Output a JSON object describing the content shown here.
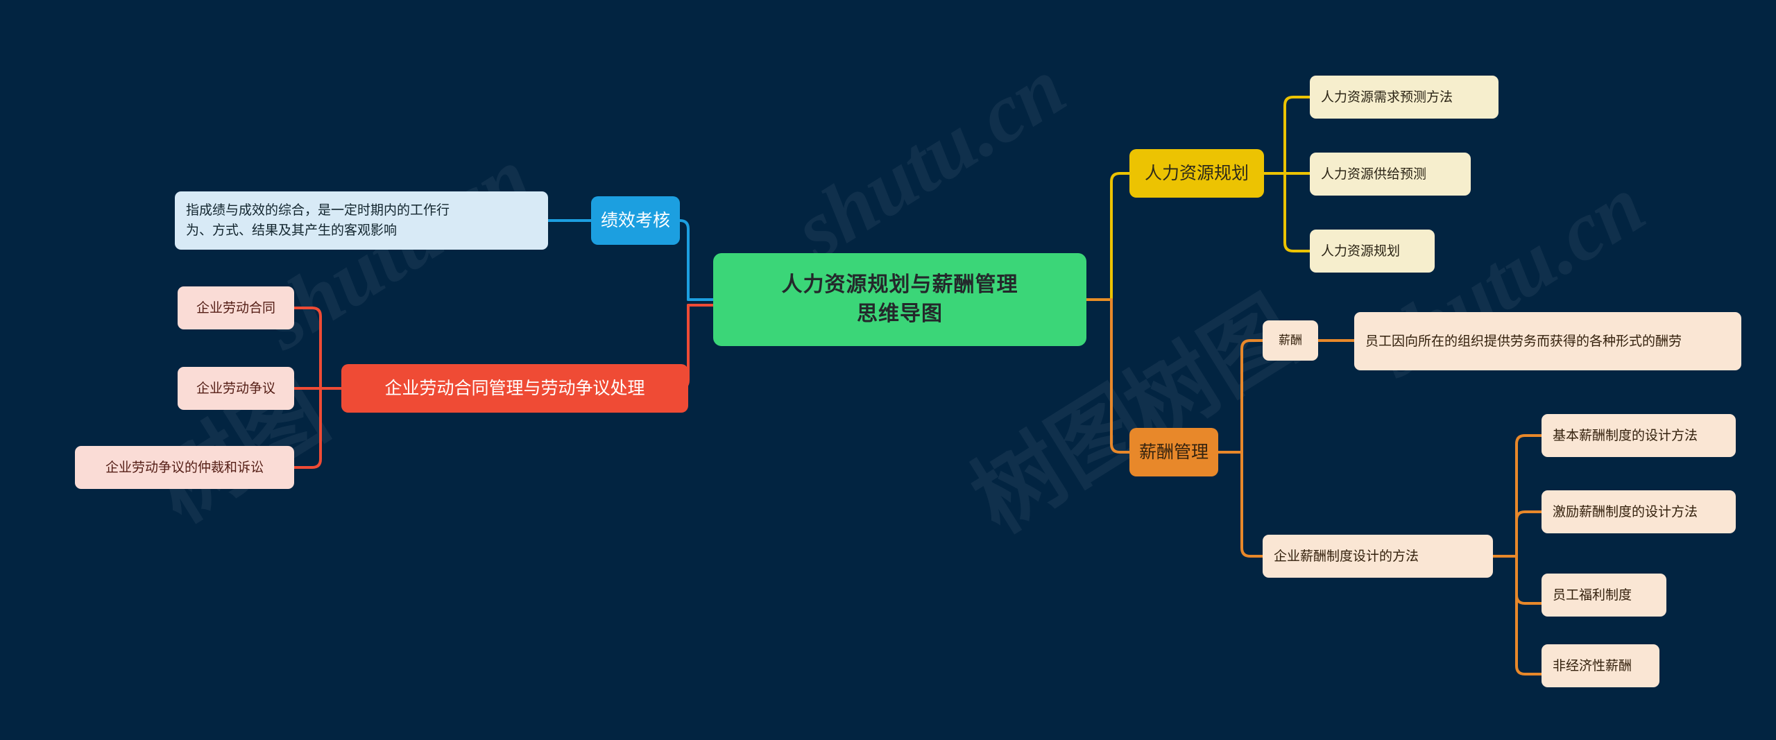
{
  "meta": {
    "background_color": "#022441",
    "title": "人力资源规划与薪酬管理思维导图"
  },
  "watermarks": [
    {
      "text": "shutu.cn",
      "kind": "latin"
    },
    {
      "text": "树图",
      "kind": "cjk"
    },
    {
      "text": "shutu.cn",
      "kind": "latin"
    },
    {
      "text": "树图",
      "kind": "cjk"
    },
    {
      "text": "shutu.cn",
      "kind": "latin"
    },
    {
      "text": "树图",
      "kind": "cjk"
    }
  ],
  "root": {
    "label": "人力资源规划与薪酬管理\n思维导图",
    "color": "#3bd678"
  },
  "branches": {
    "hr_planning": {
      "label": "人力资源规划",
      "color": "#ecc302",
      "side": "right",
      "children": [
        {
          "label": "人力资源需求预测方法"
        },
        {
          "label": "人力资源供给预测"
        },
        {
          "label": "人力资源规划"
        }
      ]
    },
    "compensation": {
      "label": "薪酬管理",
      "color": "#e8882a",
      "side": "right",
      "children": [
        {
          "label": "薪酬",
          "children": [
            {
              "label": "员工因向所在的组织提供劳务而获得的各种形式的酬劳"
            }
          ]
        },
        {
          "label": "企业薪酬制度设计的方法",
          "children": [
            {
              "label": "基本薪酬制度的设计方法"
            },
            {
              "label": "激励薪酬制度的设计方法"
            },
            {
              "label": "员工福利制度"
            },
            {
              "label": "非经济性薪酬"
            }
          ]
        }
      ]
    },
    "performance": {
      "label": "绩效考核",
      "color": "#1c9fe0",
      "side": "left",
      "children": [
        {
          "label": "指成绩与成效的综合，是一定时期内的工作行\n为、方式、结果及其产生的客观影响"
        }
      ]
    },
    "labor": {
      "label": "企业劳动合同管理与劳动争议处理",
      "color": "#ef4b35",
      "side": "left",
      "children": [
        {
          "label": "企业劳动合同"
        },
        {
          "label": "企业劳动争议"
        },
        {
          "label": "企业劳动争议的仲裁和诉讼"
        }
      ]
    }
  }
}
